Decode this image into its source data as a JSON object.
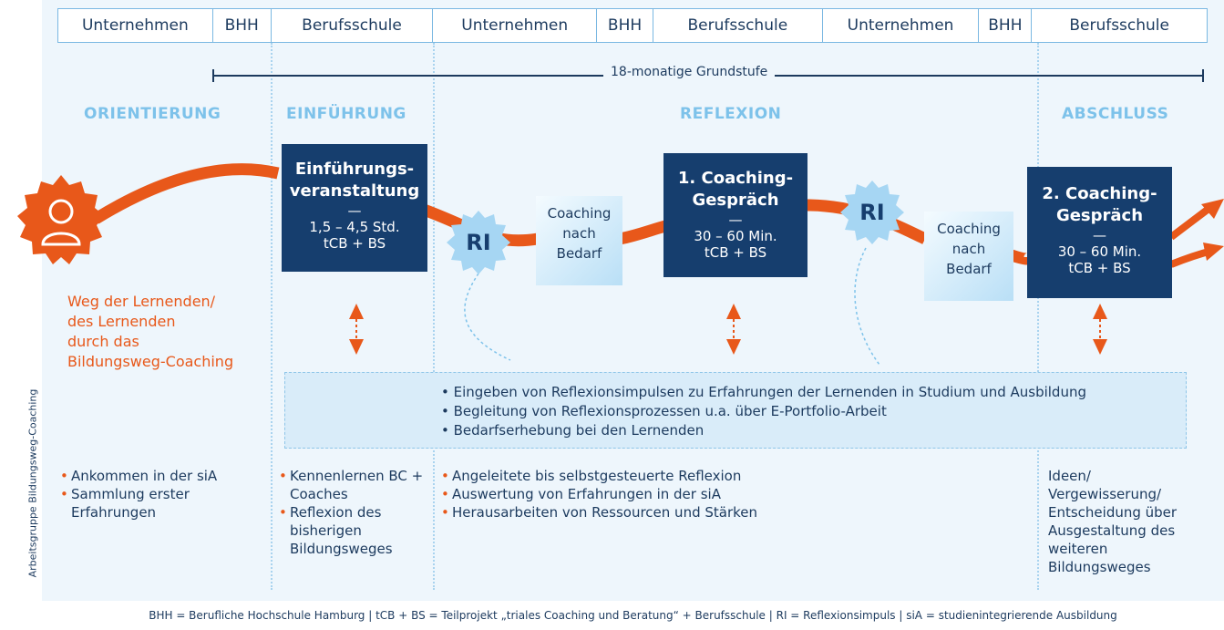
{
  "header": {
    "cells": [
      "Unternehmen",
      "BHH",
      "Berufsschule",
      "Unternehmen",
      "BHH",
      "Berufsschule",
      "Unternehmen",
      "BHH",
      "Berufsschule"
    ]
  },
  "grundstufe_label": "18-monatige Grundstufe",
  "phases": {
    "orientierung": "ORIENTIERUNG",
    "einfuehrung": "EINFÜHRUNG",
    "reflexion": "REFLEXION",
    "abschluss": "ABSCHLUSS"
  },
  "boxes": {
    "einfuehrung": {
      "line1": "Einführungs-",
      "line2": "veranstaltung",
      "dash": "—",
      "time": "1,5 – 4,5 Std.",
      "who": "tCB + BS"
    },
    "coaching1": {
      "line1": "1. Coaching-",
      "line2": "Gespräch",
      "dash": "—",
      "time": "30 – 60 Min.",
      "who": "tCB + BS"
    },
    "coaching2": {
      "line1": "2. Coaching-",
      "line2": "Gespräch",
      "dash": "—",
      "time": "30 – 60 Min.",
      "who": "tCB + BS"
    },
    "nach_bedarf_1": [
      "Coaching",
      "nach",
      "Bedarf"
    ],
    "nach_bedarf_2": [
      "Coaching",
      "nach",
      "Bedarf"
    ]
  },
  "ri_label": "RI",
  "learner": [
    "Weg der Lernenden/",
    "des Lernenden",
    "durch das",
    "Bildungsweg-Coaching"
  ],
  "info_items": [
    "Eingeben von Reflexionsimpulsen zu Erfahrungen der Lernenden in Studium und Ausbildung",
    "Begleitung von Reflexionsprozessen u.a. über E-Portfolio-Arbeit",
    "Bedarfserhebung bei den Lernenden"
  ],
  "bottom": {
    "orientierung": [
      "Ankommen in der siA",
      "Sammlung erster Erfahrungen"
    ],
    "einfuehrung": [
      "Kennenlernen BC + Coaches",
      "Reflexion des bisherigen Bildungsweges"
    ],
    "reflexion": [
      "Angeleitete bis selbstgesteuerte Reflexion",
      "Auswertung von Erfahrungen in der siA",
      "Herausarbeiten von Ressourcen und Stärken"
    ],
    "abschluss": "Ideen/ Vergewisserung/ Entscheidung über Ausgestaltung des weiteren Bildungsweges"
  },
  "footer": "BHH = Berufliche Hochschule Hamburg | tCB + BS = Teilprojekt „triales Coaching und Beratung“ + Berufsschule | RI = Reflexionsimpuls | siA = studienintegrierende Ausbildung",
  "credit": "Arbeitsgruppe Bildungsweg-Coaching",
  "colors": {
    "navy": "#163e6e",
    "orange": "#e8581a",
    "light_blue": "#7dc2ea",
    "bg": "#eef6fc"
  },
  "icons": [
    "person-icon",
    "laptop-icon",
    "ri-badge-icon",
    "double-arrow-icon"
  ]
}
